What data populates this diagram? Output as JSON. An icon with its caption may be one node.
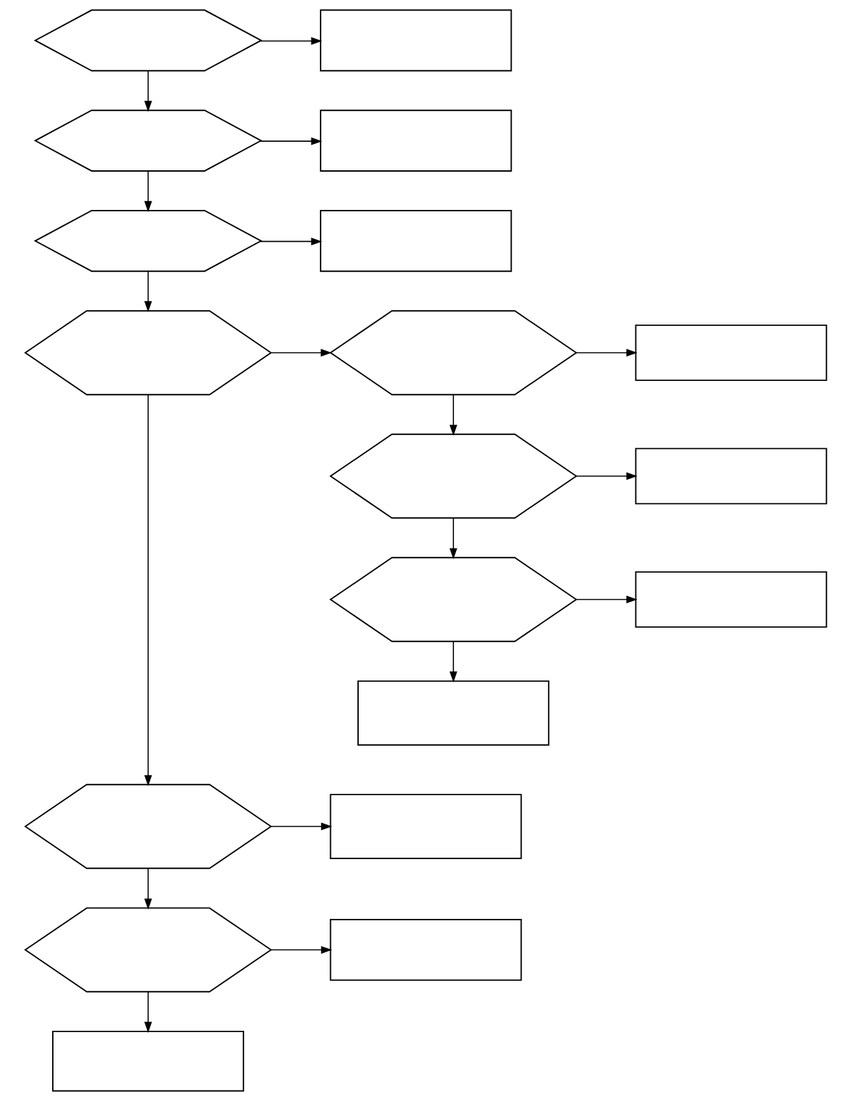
{
  "diagram": {
    "nodes": [
      {
        "text": [],
        "shape": "hexagon"
      },
      {
        "text": [],
        "shape": "box"
      },
      {
        "text": [],
        "shape": "hexagon"
      },
      {
        "text": [],
        "shape": "box"
      },
      {
        "text": [],
        "shape": "hexagon"
      },
      {
        "text": [],
        "shape": "box"
      },
      {
        "text": [],
        "shape": "hexagon"
      },
      {
        "text": [],
        "shape": "hexagon"
      },
      {
        "text": [],
        "shape": "box"
      },
      {
        "text": [],
        "shape": "hexagon"
      },
      {
        "text": [],
        "shape": "box"
      },
      {
        "text": [],
        "shape": "hexagon"
      },
      {
        "text": [],
        "shape": "box"
      },
      {
        "text": [],
        "shape": "box"
      },
      {
        "text": [],
        "shape": "hexagon"
      },
      {
        "text": [],
        "shape": "box"
      },
      {
        "text": [],
        "shape": "hexagon"
      },
      {
        "text": [],
        "shape": "box"
      },
      {
        "text": [],
        "shape": "box"
      }
    ],
    "edges": [
      {
        "from": 0,
        "to": 1,
        "arrow": "to"
      },
      {
        "from": 0,
        "to": 2,
        "arrow": "to"
      },
      {
        "from": 2,
        "to": 3,
        "arrow": "to"
      },
      {
        "from": 2,
        "to": 4,
        "arrow": "to"
      },
      {
        "from": 4,
        "to": 5,
        "arrow": "to"
      },
      {
        "from": 4,
        "to": 6,
        "arrow": "to"
      },
      {
        "from": 6,
        "to": 7,
        "arrow": "to"
      },
      {
        "from": 7,
        "to": 8,
        "arrow": "to"
      },
      {
        "from": 7,
        "to": 9,
        "arrow": "to"
      },
      {
        "from": 9,
        "to": 10,
        "arrow": "to"
      },
      {
        "from": 9,
        "to": 11,
        "arrow": "to"
      },
      {
        "from": 11,
        "to": 12,
        "arrow": "to"
      },
      {
        "from": 11,
        "to": 13,
        "arrow": "to"
      },
      {
        "from": 6,
        "to": 14,
        "arrow": "to"
      },
      {
        "from": 14,
        "to": 15,
        "arrow": "to"
      },
      {
        "from": 14,
        "to": 16,
        "arrow": "to"
      },
      {
        "from": 16,
        "to": 17,
        "arrow": "to"
      },
      {
        "from": 16,
        "to": 18,
        "arrow": "to"
      }
    ]
  }
}
